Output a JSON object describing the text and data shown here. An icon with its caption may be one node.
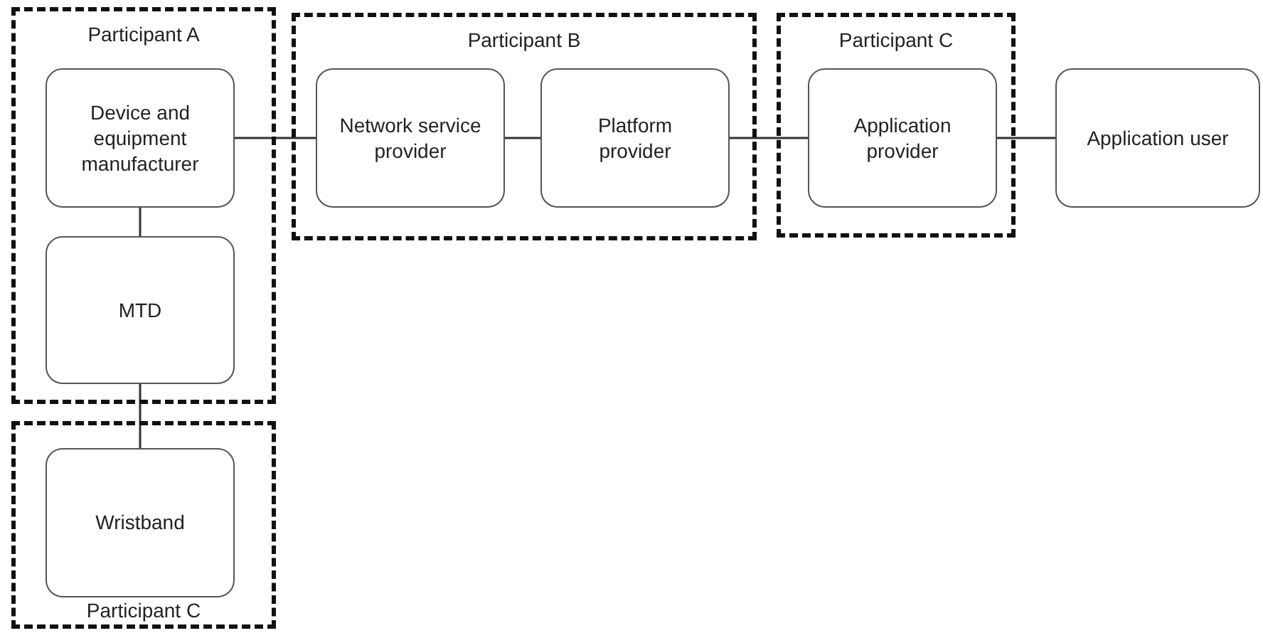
{
  "diagram": {
    "nodes": [
      {
        "text": [
          "Participant A"
        ]
      },
      {
        "text": [
          "Device and equipment manufacturer"
        ],
        "in": 0
      },
      {
        "text": [
          "MTD"
        ],
        "in": 0
      },
      {
        "text": [
          "Participant B"
        ]
      },
      {
        "text": [
          "Network service provider"
        ],
        "in": 3
      },
      {
        "text": [
          "Platform provider"
        ],
        "in": 3
      },
      {
        "text": [
          "Participant C"
        ]
      },
      {
        "text": [
          "Application provider"
        ],
        "in": 6
      },
      {
        "text": [
          "Application user"
        ]
      },
      {
        "text": [
          "Participant C"
        ]
      },
      {
        "text": [
          "Wristband"
        ],
        "in": 9
      }
    ],
    "edges": [
      {
        "from": 1,
        "to": 4,
        "arrow": "none"
      },
      {
        "from": 4,
        "to": 5,
        "arrow": "none"
      },
      {
        "from": 5,
        "to": 7,
        "arrow": "none"
      },
      {
        "from": 7,
        "to": 8,
        "arrow": "none"
      },
      {
        "from": 1,
        "to": 2,
        "arrow": "none"
      },
      {
        "from": 2,
        "to": 10,
        "arrow": "none"
      }
    ]
  }
}
